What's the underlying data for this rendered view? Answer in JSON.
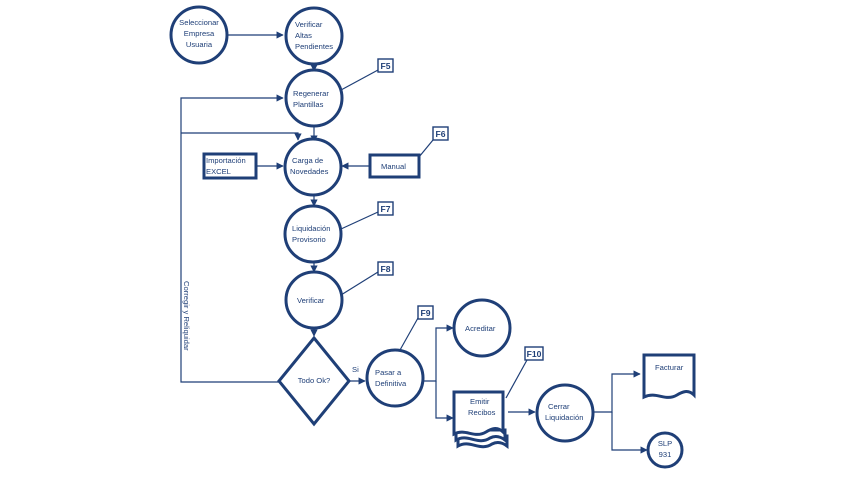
{
  "nodes": {
    "seleccionar": [
      "Seleccionar",
      "Empresa",
      "Usuaria"
    ],
    "verificar_altas": [
      "Verificar",
      "Altas",
      "Pendientes"
    ],
    "regenerar": [
      "Regenerar",
      "Plantillas"
    ],
    "importacion": [
      "Importación",
      "EXCEL"
    ],
    "carga": [
      "Carga   de",
      "Novedades"
    ],
    "manual": [
      "Manual"
    ],
    "liquidacion": [
      "Liquidación",
      "Provisorio"
    ],
    "verificar": [
      "Verificar"
    ],
    "todo_ok": [
      "Todo  Ok?"
    ],
    "si": "Si",
    "pasar": [
      "Pasar   a",
      "Definitiva"
    ],
    "acreditar": [
      "Acreditar"
    ],
    "emitir": [
      "Emitir",
      "Recibos"
    ],
    "cerrar": [
      "Cerrar",
      "Liquidación"
    ],
    "facturar": [
      "Facturar"
    ],
    "slp": [
      "SLP",
      "931"
    ]
  },
  "side_label": "Corregir   y   Reliquidar",
  "function_keys": {
    "f5": "F5",
    "f6": "F6",
    "f7": "F7",
    "f8": "F8",
    "f9": "F9",
    "f10": "F10"
  },
  "colors": {
    "stroke": "#1f3f77",
    "background": "#ffffff"
  }
}
